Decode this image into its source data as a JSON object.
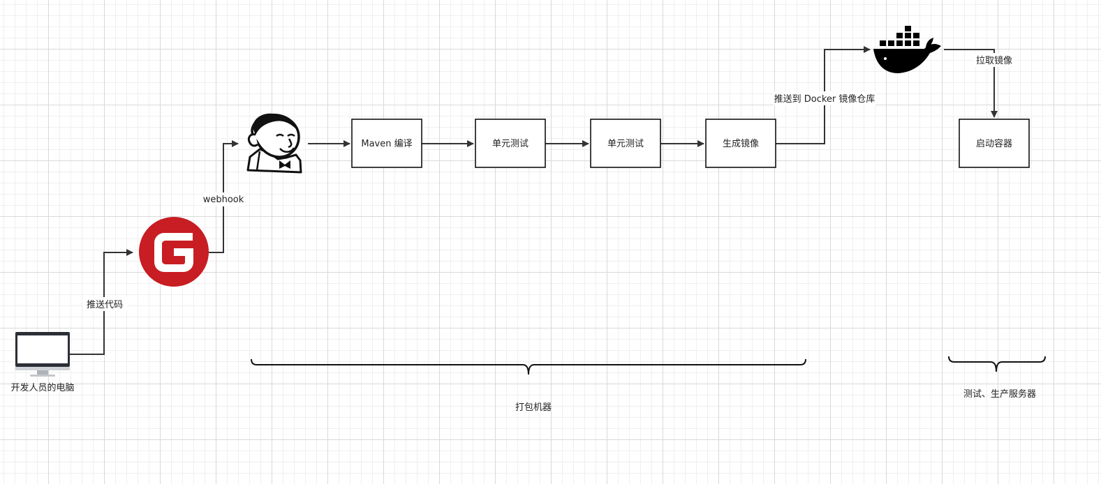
{
  "diagram": {
    "nodes": {
      "developer_pc": "开发人员的电脑",
      "maven_build": "Maven 编译",
      "unit_test_1": "单元测试",
      "unit_test_2": "单元测试",
      "build_image": "生成镜像",
      "start_container": "启动容器"
    },
    "edges": {
      "push_code": "推送代码",
      "webhook": "webhook",
      "push_to_registry": "推送到 Docker 镜像仓库",
      "pull_image": "拉取镜像"
    },
    "groups": {
      "build_machine": "打包机器",
      "test_prod_servers": "测试、生产服务器"
    },
    "icons": [
      "computer-icon",
      "gitee-icon",
      "jenkins-icon",
      "docker-icon"
    ],
    "colors": {
      "gitee_red": "#C71D23",
      "docker_black": "#000000",
      "line": "#333333"
    }
  }
}
